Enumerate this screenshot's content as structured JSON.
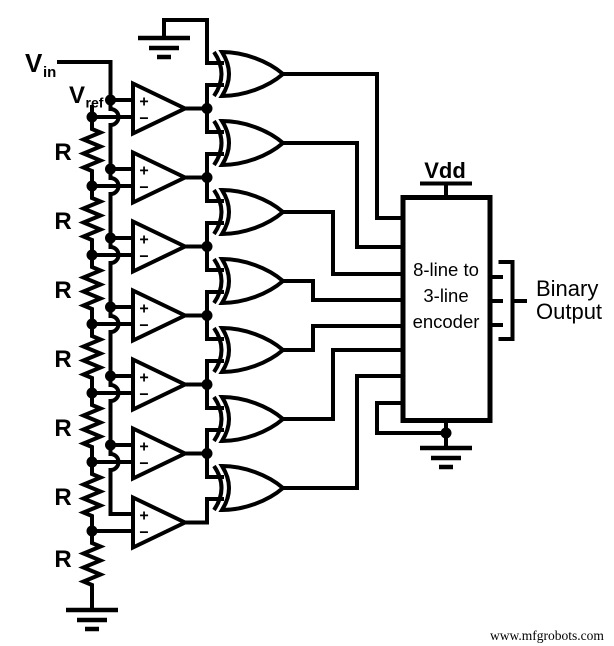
{
  "figure": {
    "background": "#ffffff",
    "line_color": "#000000",
    "component_counts": {
      "comparators": 7,
      "xor_gates": 7,
      "ladder_resistors": 7,
      "encoder_inputs": 8,
      "encoder_outputs": 3,
      "ground_symbols": 3
    }
  },
  "labels": {
    "vin_main": "V",
    "vin_sub": "in",
    "vref_main": "V",
    "vref_sub": "ref",
    "resistor": "R",
    "plus": "+",
    "minus": "−",
    "vdd": "Vdd",
    "encoder_line1": "8-line to",
    "encoder_line2": "3-line",
    "encoder_line3": "encoder",
    "output_line1": "Binary",
    "output_line2": "Output",
    "watermark": "www.mfgrobots.com"
  }
}
